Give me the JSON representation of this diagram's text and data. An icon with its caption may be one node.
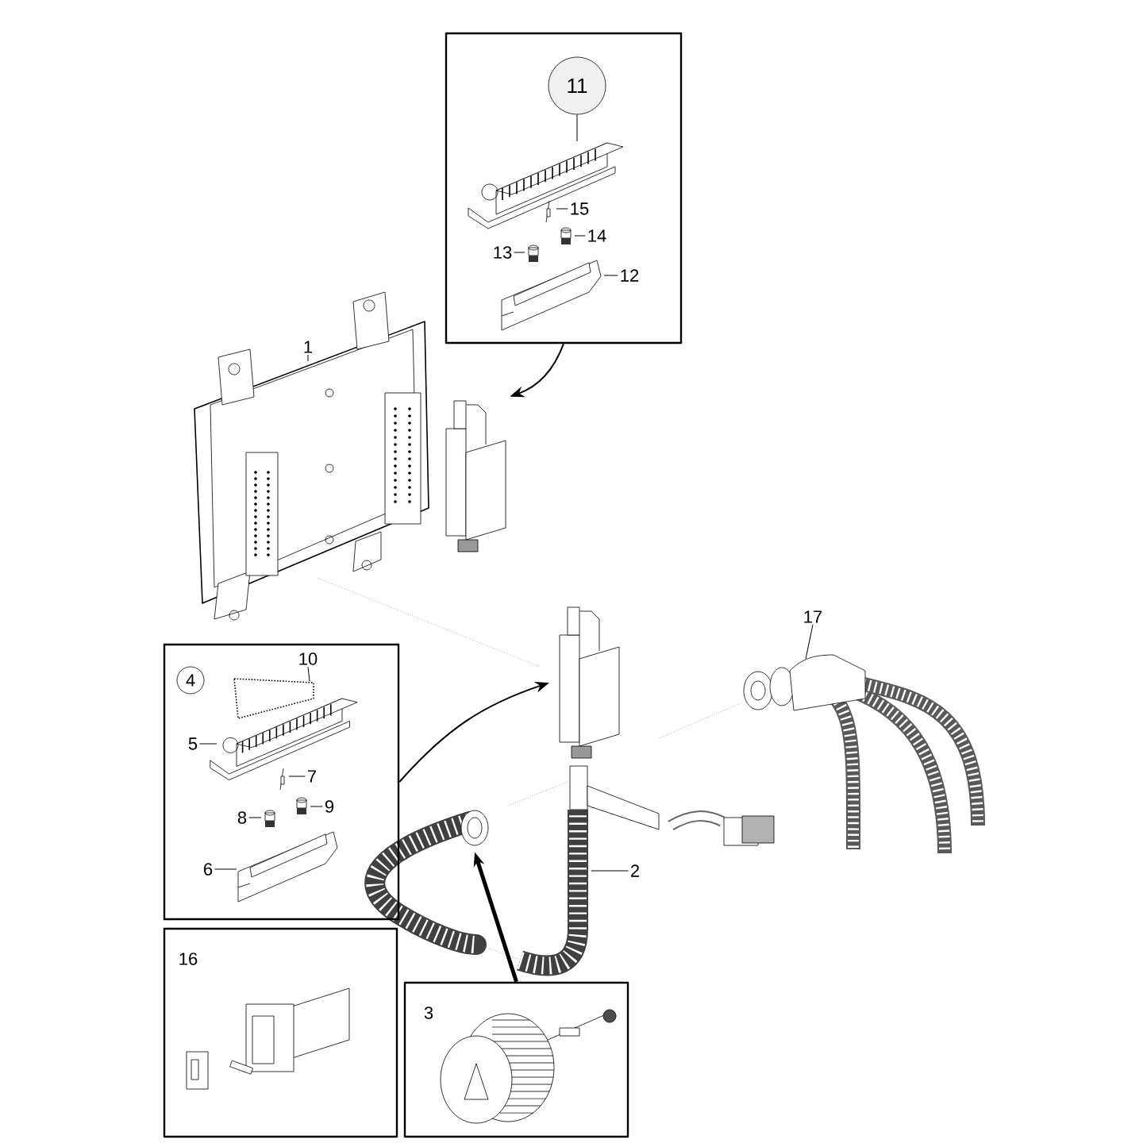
{
  "diagram": {
    "nodes": [
      {
        "text": [],
        "shape": "box"
      },
      {
        "text": [
          "11"
        ],
        "in": 0
      },
      {
        "text": [
          "15"
        ],
        "in": 0
      },
      {
        "text": [
          "14"
        ],
        "in": 0
      },
      {
        "text": [
          "13"
        ],
        "in": 0
      },
      {
        "text": [
          "12"
        ],
        "in": 0
      },
      {
        "text": [
          "1"
        ]
      },
      {
        "text": [],
        "shape": "picture"
      },
      {
        "text": [
          "4"
        ]
      },
      {
        "text": [
          "10"
        ],
        "in": 8
      },
      {
        "text": [
          "5"
        ],
        "in": 8
      },
      {
        "text": [
          "7"
        ],
        "in": 8
      },
      {
        "text": [
          "8"
        ],
        "in": 8
      },
      {
        "text": [
          "9"
        ],
        "in": 8
      },
      {
        "text": [
          "6"
        ],
        "in": 8
      },
      {
        "text": [
          "17"
        ]
      },
      {
        "text": [],
        "shape": "picture"
      },
      {
        "text": [
          "2"
        ]
      },
      {
        "text": [],
        "shape": "picture"
      },
      {
        "text": [
          "16"
        ]
      },
      {
        "text": [
          "3"
        ]
      }
    ],
    "edges": [
      {
        "from": 0,
        "to": 7,
        "arrow": "to"
      },
      {
        "from": 8,
        "to": 16,
        "arrow": "to"
      },
      {
        "from": 20,
        "to": 18,
        "arrow": "to",
        "style": "thick"
      },
      {
        "from": 1,
        "to": null,
        "arrow": "none"
      },
      {
        "from": 2,
        "to": null,
        "arrow": "none"
      },
      {
        "from": 3,
        "to": null,
        "arrow": "none"
      },
      {
        "from": 4,
        "to": null,
        "arrow": "none"
      },
      {
        "from": 5,
        "to": null,
        "arrow": "none"
      },
      {
        "from": 6,
        "to": null,
        "arrow": "none"
      },
      {
        "from": 9,
        "to": null,
        "arrow": "none"
      },
      {
        "from": 10,
        "to": null,
        "arrow": "none"
      },
      {
        "from": 11,
        "to": null,
        "arrow": "none"
      },
      {
        "from": 12,
        "to": null,
        "arrow": "none"
      },
      {
        "from": 13,
        "to": null,
        "arrow": "none"
      },
      {
        "from": 14,
        "to": null,
        "arrow": "none"
      },
      {
        "from": 15,
        "to": null,
        "arrow": "none"
      },
      {
        "from": 17,
        "to": null,
        "arrow": "none"
      }
    ]
  }
}
